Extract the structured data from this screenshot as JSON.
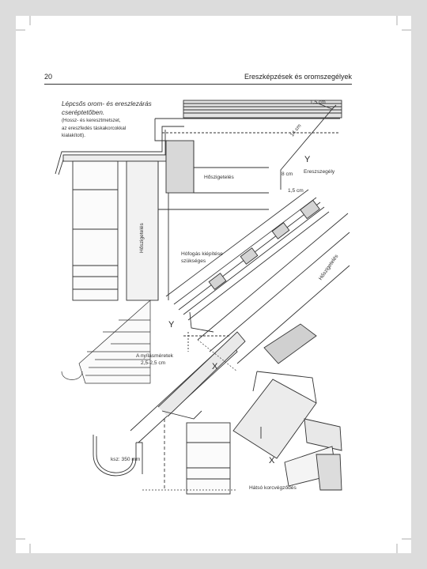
{
  "header": {
    "page_number": "20",
    "chapter_title": "Ereszképzések és oromszegélyek"
  },
  "caption": {
    "title_line1": "Lépcsős orom- és ereszlezárás",
    "title_line2": "cseréptetőben.",
    "sub_line1": "(Hossz- és keresztmetszet,",
    "sub_line2": "az ereszfedés táskakorcokkal",
    "sub_line3": "kialakított)."
  },
  "labels": {
    "dim_15_top": "1,5 cm",
    "dim_14": "14 cm",
    "marker_y_top": "Y",
    "dim_8": "8 cm",
    "ereszszegely": "Ereszszegély",
    "dim_15_bottom": "1,5 cm",
    "hoszigeteles_top": "Hőszigetelés",
    "hoszigeteles_left": "Hőszigetelés",
    "hofogas_line1": "Hófogás kiépítése",
    "hofogas_line2": "szükséges",
    "hoszigeteles_right": "Hőszigetelés",
    "marker_y_mid": "Y",
    "nyilas_line1": "A nyílásméretek",
    "nyilas_line2": "2,5-2,5 cm",
    "marker_x_mid": "X",
    "ksz": "ksz: 350 mm",
    "marker_x_bottom": "X",
    "hatso": "Hátsó korcvégződés"
  }
}
